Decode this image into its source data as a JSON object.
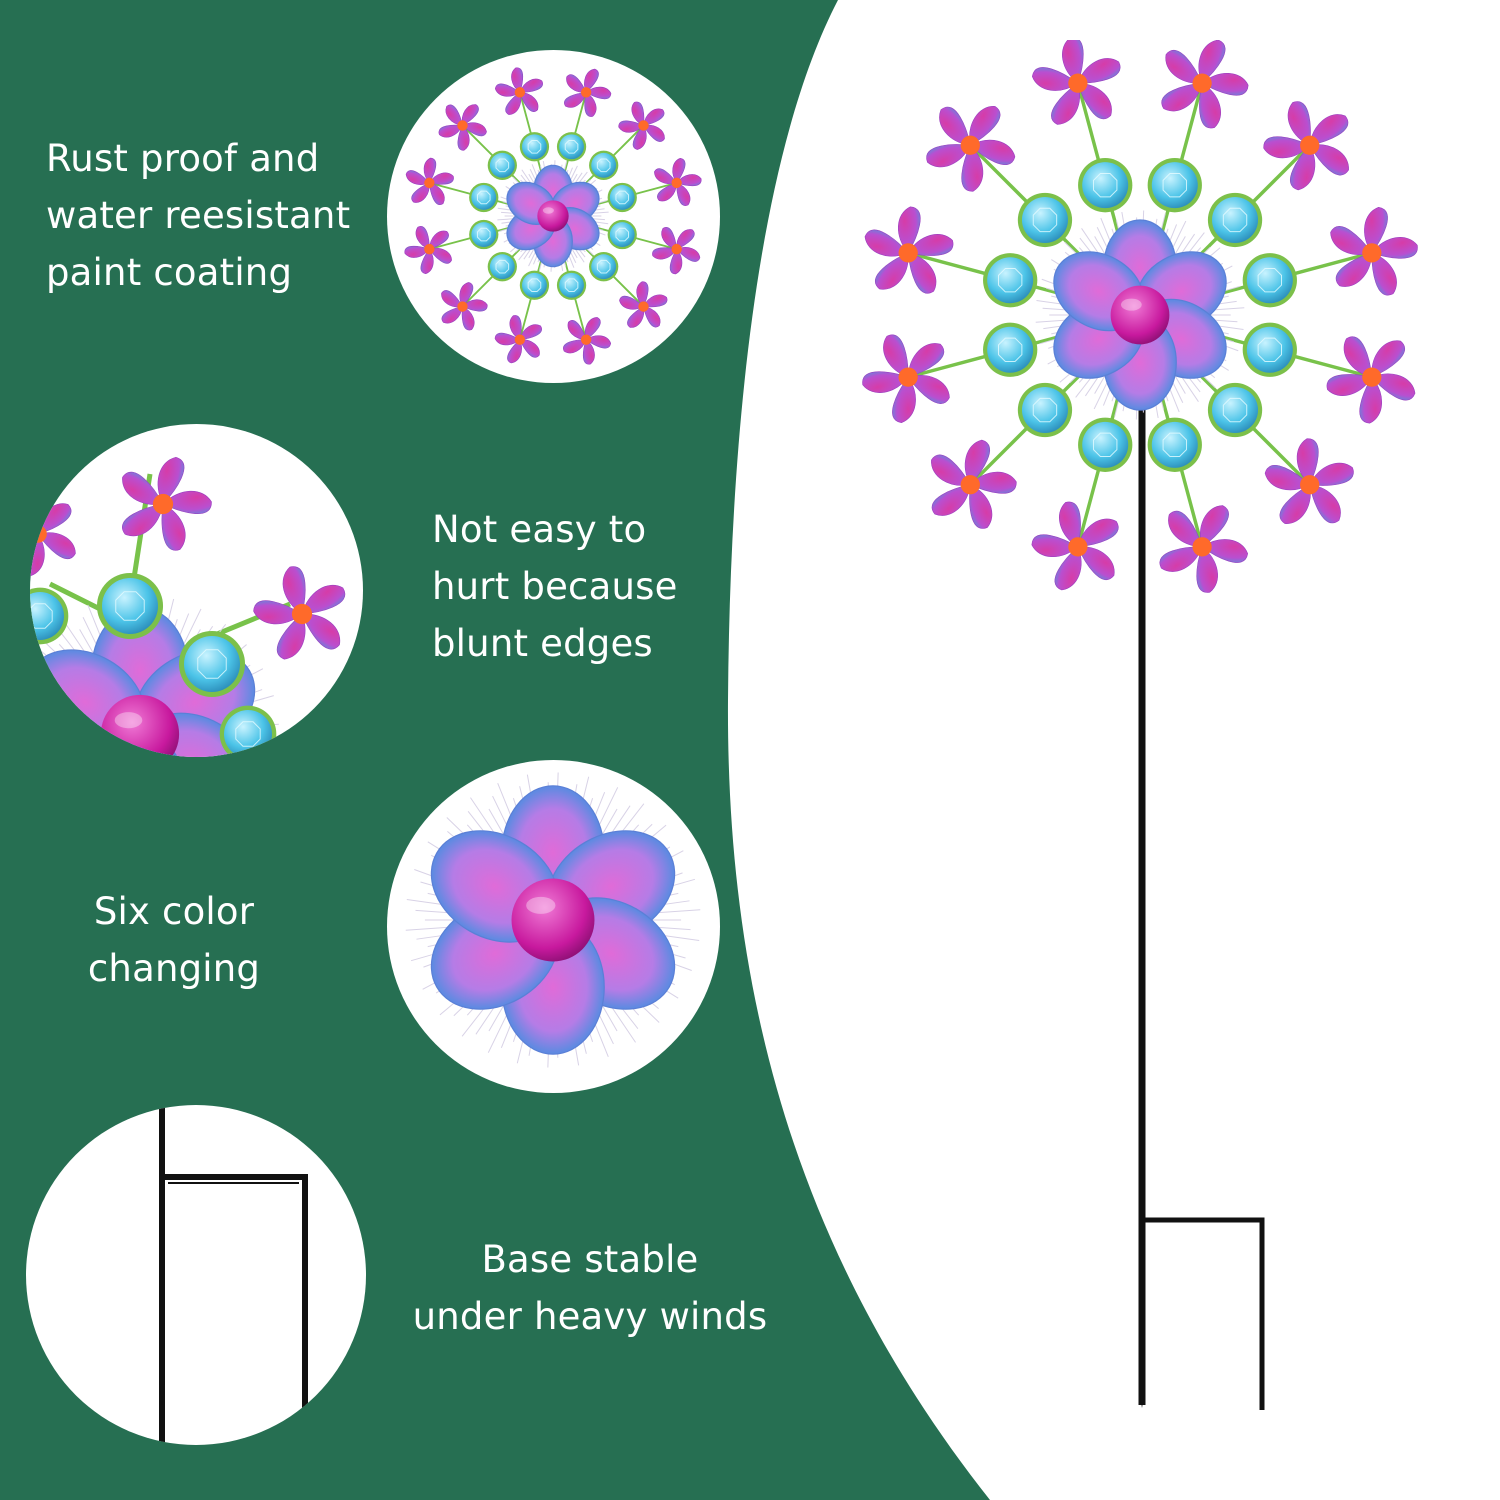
{
  "colors": {
    "panel_green": "#266f52",
    "text": "#ffffff",
    "petal_pink": "#d63ca8",
    "petal_blue": "#3aa3e0",
    "gem_cyan": "#4cc4e8",
    "gem_rim": "#7cc04a",
    "center_magenta": "#c8199e",
    "stake_black": "#111111"
  },
  "features": [
    {
      "lines": [
        "Rust proof and",
        "water reesistant",
        "paint coating"
      ]
    },
    {
      "lines": [
        "Not easy to",
        "hurt because",
        "blunt edges"
      ]
    },
    {
      "lines": [
        "Six color",
        "changing"
      ]
    },
    {
      "lines": [
        "Base stable",
        "under heavy winds"
      ]
    }
  ],
  "images": {
    "circle_1": "full-spinner-icon",
    "circle_2": "blunt-edge-detail-icon",
    "circle_3": "center-flower-icon",
    "circle_4": "stake-base-icon",
    "product": "wind-spinner-stake-icon"
  }
}
